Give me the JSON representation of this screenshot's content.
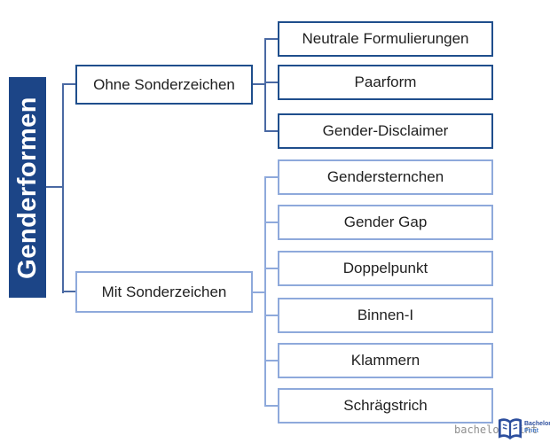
{
  "root": {
    "label": "Genderformen"
  },
  "branches": [
    {
      "label": "Ohne Sonderzeichen",
      "children": [
        {
          "label": "Neutrale Formulierungen"
        },
        {
          "label": "Paarform"
        },
        {
          "label": "Gender-Disclaimer"
        }
      ]
    },
    {
      "label": "Mit Sonderzeichen",
      "children": [
        {
          "label": "Gendersternchen"
        },
        {
          "label": "Gender Gap"
        },
        {
          "label": "Doppelpunkt"
        },
        {
          "label": "Binnen-I"
        },
        {
          "label": "Klammern"
        },
        {
          "label": "Schrägstrich"
        }
      ]
    }
  ],
  "colors": {
    "root_bg": "#1c4587",
    "root_text": "#ffffff",
    "dark_border": "#1f4e8c",
    "light_border": "#8ea9db",
    "connector_dark": "#4a69a3",
    "connector_light": "#8ea9db",
    "text": "#1f1f1f",
    "watermark_text": "#8f8f8f",
    "logo_blue": "#2d4f9e"
  },
  "watermark": {
    "text": "bachelorprint",
    "brand_line1": "Bachelor",
    "brand_line2": "Print"
  }
}
